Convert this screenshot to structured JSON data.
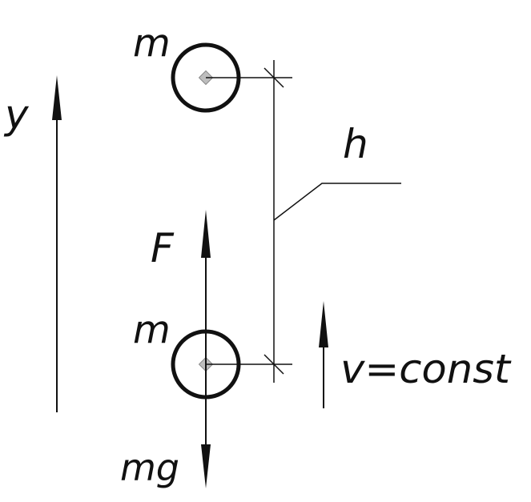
{
  "labels": {
    "axis": "y",
    "mass_top": "m",
    "mass_bottom": "m",
    "force": "F",
    "gravity": "mg",
    "height": "h",
    "velocity": "v=const"
  },
  "colors": {
    "ink": "#111111",
    "center_marker": "#9a9a9a"
  }
}
